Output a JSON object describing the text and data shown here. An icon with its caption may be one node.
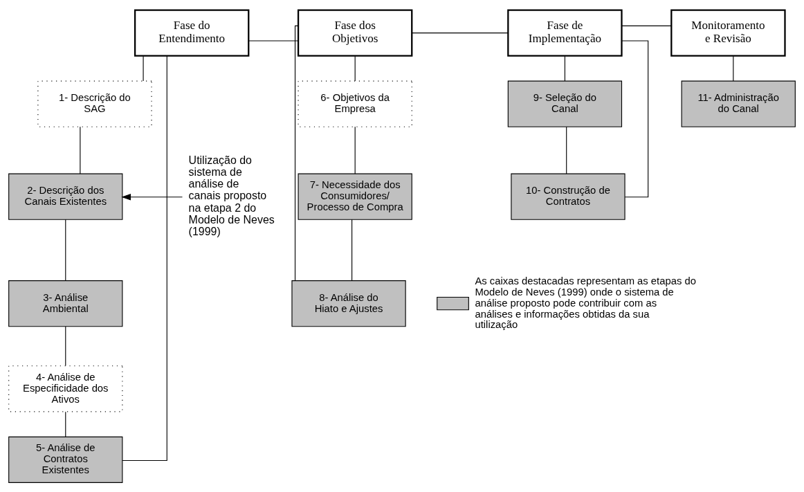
{
  "diagram": {
    "nodes": [
      {
        "text": [
          "Fase do Entendimento"
        ]
      },
      {
        "text": [
          "1- Descrição do SAG"
        ]
      },
      {
        "text": [
          "2- Descrição dos Canais Existentes"
        ]
      },
      {
        "text": [
          "3- Análise Ambiental"
        ]
      },
      {
        "text": [
          "4- Análise de Especificidade dos Ativos"
        ]
      },
      {
        "text": [
          "5- Análise de Contratos Existentes"
        ]
      },
      {
        "text": [
          "Fase dos Objetivos"
        ]
      },
      {
        "text": [
          "6- Objetivos da Empresa"
        ]
      },
      {
        "text": [
          "7- Necessidade dos Consumidores/ Processo de Compra"
        ]
      },
      {
        "text": [
          "8- Análise do Hiato e Ajustes"
        ]
      },
      {
        "text": [
          "Fase de Implementação"
        ]
      },
      {
        "text": [
          "9- Seleção do Canal"
        ]
      },
      {
        "text": [
          "10- Construção de Contratos"
        ]
      },
      {
        "text": [
          "Monitoramento e Revisão"
        ]
      },
      {
        "text": [
          "11- Administração do Canal"
        ]
      },
      {
        "text": [
          "Utilização do sistema de análise de canais proposto na etapa 2 do Modelo de Neves (1999)"
        ]
      }
    ],
    "edges": [
      {
        "from": 0,
        "to": 6,
        "arrow": "none"
      },
      {
        "from": 6,
        "to": 10,
        "arrow": "none"
      },
      {
        "from": 10,
        "to": 13,
        "arrow": "none"
      },
      {
        "from": 0,
        "to": 1,
        "arrow": "none"
      },
      {
        "from": 1,
        "to": 2,
        "arrow": "none"
      },
      {
        "from": 2,
        "to": 3,
        "arrow": "none"
      },
      {
        "from": 3,
        "to": 4,
        "arrow": "none"
      },
      {
        "from": 4,
        "to": 5,
        "arrow": "none"
      },
      {
        "from": 0,
        "to": 5,
        "arrow": "none"
      },
      {
        "from": 6,
        "to": 7,
        "arrow": "none"
      },
      {
        "from": 7,
        "to": 8,
        "arrow": "none"
      },
      {
        "from": 8,
        "to": 9,
        "arrow": "none"
      },
      {
        "from": 6,
        "to": 9,
        "arrow": "none"
      },
      {
        "from": 10,
        "to": 11,
        "arrow": "none"
      },
      {
        "from": 11,
        "to": 12,
        "arrow": "none"
      },
      {
        "from": 10,
        "to": 12,
        "arrow": "none"
      },
      {
        "from": 13,
        "to": 14,
        "arrow": "none"
      },
      {
        "from": 15,
        "to": 2,
        "arrow": "to"
      }
    ],
    "legend": [
      {
        "text": "As caixas destacadas representam as etapas do Modelo de Neves (1999) onde o sistema de análise proposto pode contribuir com as análises e informações obtidas da sua utilização",
        "color": "#c0c0c0"
      }
    ]
  }
}
